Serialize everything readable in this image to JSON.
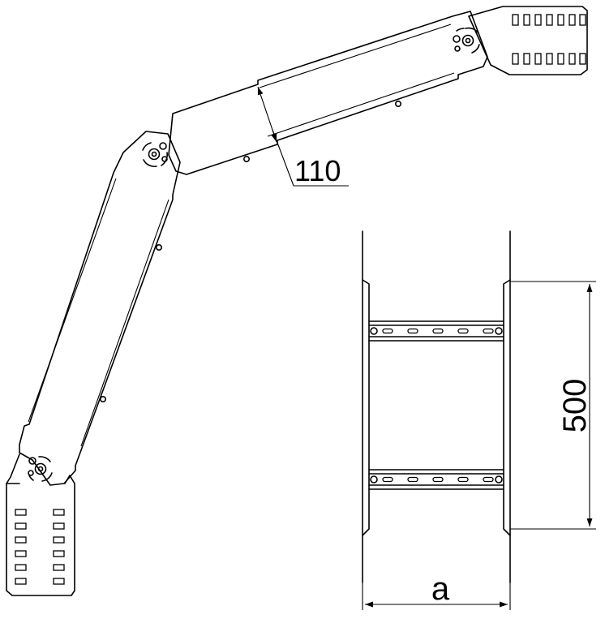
{
  "dimensions": {
    "width_label": "110",
    "height_label": "500",
    "span_label": "a"
  },
  "colors": {
    "stroke": "#000000",
    "background": "#ffffff"
  }
}
